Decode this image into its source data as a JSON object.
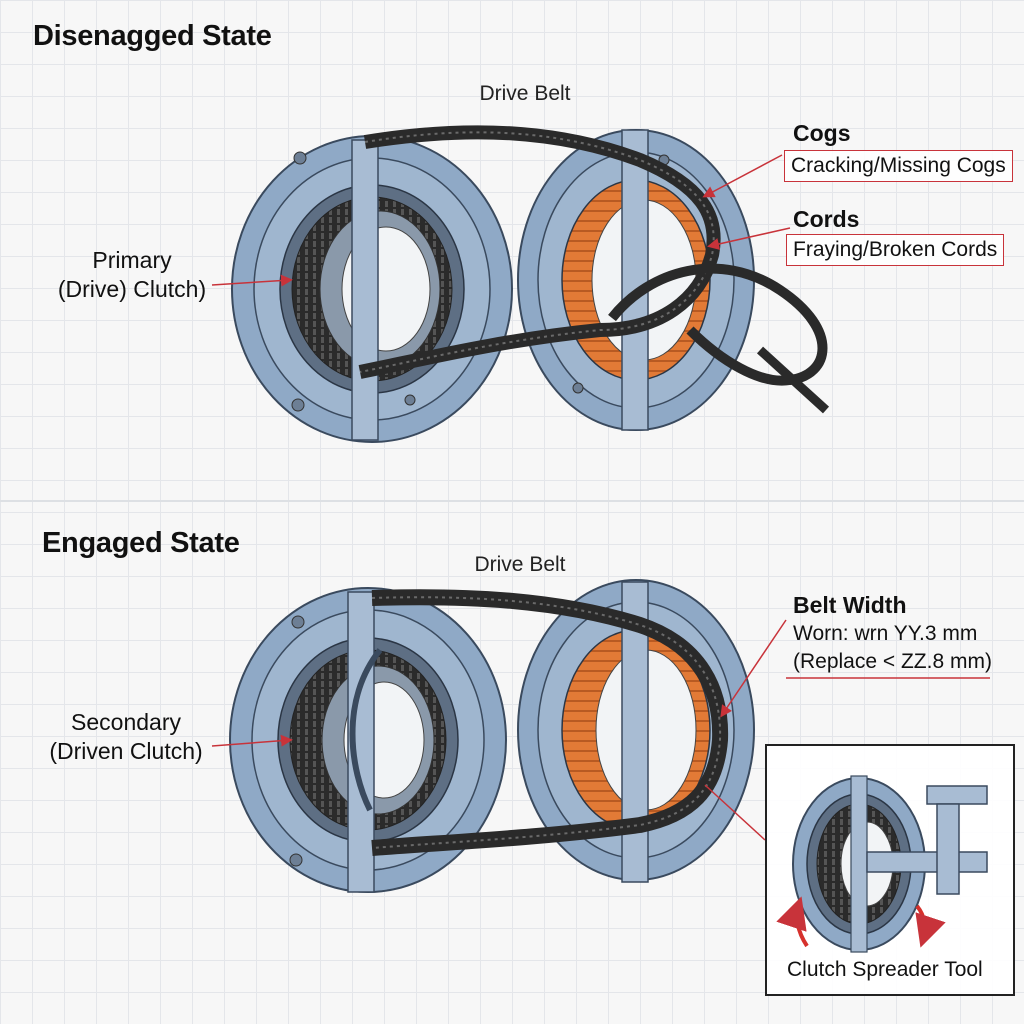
{
  "disengaged": {
    "title": "Disenagged State",
    "belt_label": "Drive Belt",
    "primary_label_line1": "Primary",
    "primary_label_line2": "(Drive) Clutch)",
    "cogs": {
      "title": "Cogs",
      "note": "Cracking/Missing Cogs"
    },
    "cords": {
      "title": "Cords",
      "note": "Fraying/Broken Cords"
    }
  },
  "engaged": {
    "title": "Engaged State",
    "belt_label": "Drive Belt",
    "secondary_label_line1": "Secondary",
    "secondary_label_line2": "(Driven Clutch)",
    "belt_width": {
      "title": "Belt Width",
      "line1": "Worn: wrn YY.3 mm",
      "line2": "(Replace < ZZ.8 mm)"
    }
  },
  "inset": {
    "caption": "Clutch Spreader Tool"
  },
  "colors": {
    "clutch_blue": "#8fa9c6",
    "clutch_outline": "#3a4a5e",
    "belt": "#2a2a2a",
    "cog_orange": "#e27a36",
    "callout_red": "#c8333a"
  }
}
